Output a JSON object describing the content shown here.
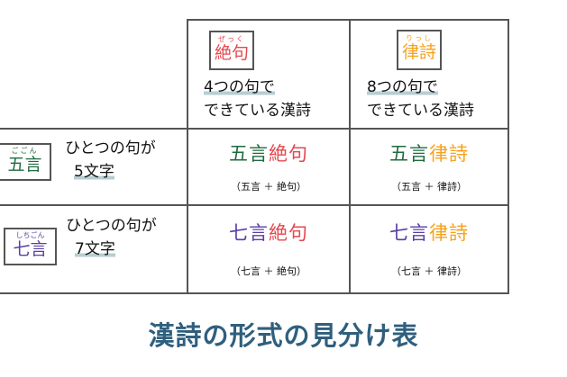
{
  "colors": {
    "goon": "#1f6b3e",
    "shichigon": "#5a3fa3",
    "zekku": "#e5484f",
    "risshi": "#f6a21c",
    "title": "#2f5f7d",
    "underline": "#b7cdd3"
  },
  "header": {
    "zekku": {
      "ruby": "ぜっく",
      "label": "絶句",
      "desc_line1": "4つの句で",
      "desc_line2": "できている漢詩"
    },
    "risshi": {
      "ruby": "りっし",
      "label": "律詩",
      "desc_line1": "8つの句で",
      "desc_line2": "できている漢詩"
    }
  },
  "rows": [
    {
      "ruby": "ごごん",
      "label": "五言",
      "desc_line1": "ひとつの句が",
      "desc_line2": "5文字",
      "cells": [
        {
          "a": "五言",
          "b": "絶句",
          "note": "（五言 ＋ 絶句）"
        },
        {
          "a": "五言",
          "b": "律詩",
          "note": "（五言 ＋ 律詩）"
        }
      ]
    },
    {
      "ruby": "しちごん",
      "label": "七言",
      "desc_line1": "ひとつの句が",
      "desc_line2": "7文字",
      "cells": [
        {
          "a": "七言",
          "b": "絶句",
          "note": "（七言 ＋ 絶句）"
        },
        {
          "a": "七言",
          "b": "律詩",
          "note": "（七言 ＋ 律詩）"
        }
      ]
    }
  ],
  "title": "漢詩の形式の見分け表"
}
